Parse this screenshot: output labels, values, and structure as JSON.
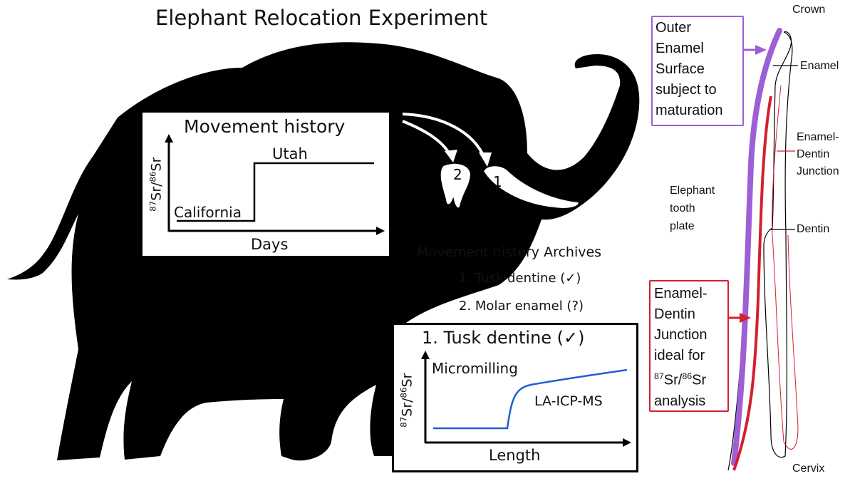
{
  "title": "Elephant Relocation Experiment",
  "movement_history": {
    "title": "Movement history",
    "y_axis_label": "87Sr/86Sr",
    "x_axis_label": "Days",
    "before_label": "California",
    "after_label": "Utah"
  },
  "tooth_markers": {
    "marker_2": "2",
    "marker_1": "1"
  },
  "archives": {
    "title": "Movement history Archives",
    "items": [
      "1. Tusk dentine (✓)",
      "2. Molar enamel (?)"
    ]
  },
  "tusk_dentine": {
    "title": "1. Tusk dentine (✓)",
    "y_axis_label": "87Sr/86Sr",
    "x_axis_label": "Length",
    "method_1": "Micromilling",
    "method_2": "LA-ICP-MS"
  },
  "tooth": {
    "crown": "Crown",
    "enamel": "Enamel",
    "edj": [
      "Enamel-",
      "Dentin",
      "Junction"
    ],
    "dentin": "Dentin",
    "cervix": "Cervix",
    "plate": [
      "Elephant",
      "tooth",
      "plate"
    ]
  },
  "outer_enamel_callout": [
    "Outer",
    "Enamel",
    "Surface",
    "subject to",
    "maturation"
  ],
  "edj_callout": [
    "Enamel-",
    "Dentin",
    "Junction",
    "ideal for",
    "87Sr/86Sr",
    "analysis"
  ],
  "colors": {
    "purple": "#9c5fd6",
    "red": "#d41f2c",
    "blue": "#1f5fd0",
    "silhouette": "#000000"
  }
}
